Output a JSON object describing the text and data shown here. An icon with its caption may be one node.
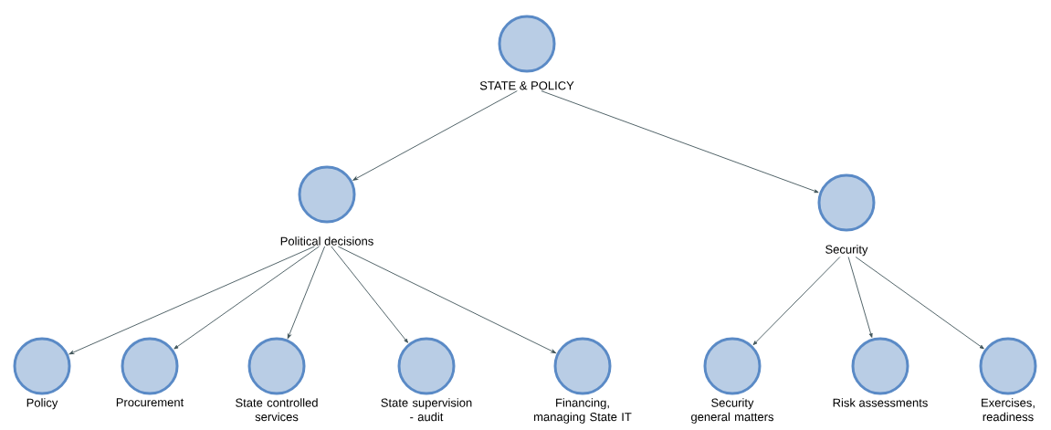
{
  "diagram": {
    "nodes": [
      {
        "text": [
          "STATE & POLICY"
        ]
      },
      {
        "text": [
          "Political decisions"
        ]
      },
      {
        "text": [
          "Security"
        ]
      },
      {
        "text": [
          "Policy"
        ]
      },
      {
        "text": [
          "Procurement"
        ]
      },
      {
        "text": [
          "State controlled services"
        ]
      },
      {
        "text": [
          "State supervision - audit"
        ]
      },
      {
        "text": [
          "Financing, managing State IT"
        ]
      },
      {
        "text": [
          "Security general matters"
        ]
      },
      {
        "text": [
          "Risk assessments"
        ]
      },
      {
        "text": [
          "Exercises, readiness"
        ]
      }
    ],
    "edges": [
      {
        "from": 0,
        "to": 1,
        "arrow": "to"
      },
      {
        "from": 0,
        "to": 2,
        "arrow": "to"
      },
      {
        "from": 1,
        "to": 3,
        "arrow": "to"
      },
      {
        "from": 1,
        "to": 4,
        "arrow": "to"
      },
      {
        "from": 1,
        "to": 5,
        "arrow": "to"
      },
      {
        "from": 1,
        "to": 6,
        "arrow": "to"
      },
      {
        "from": 1,
        "to": 7,
        "arrow": "to"
      },
      {
        "from": 2,
        "to": 8,
        "arrow": "to"
      },
      {
        "from": 2,
        "to": 9,
        "arrow": "to"
      },
      {
        "from": 2,
        "to": 10,
        "arrow": "to"
      }
    ]
  }
}
